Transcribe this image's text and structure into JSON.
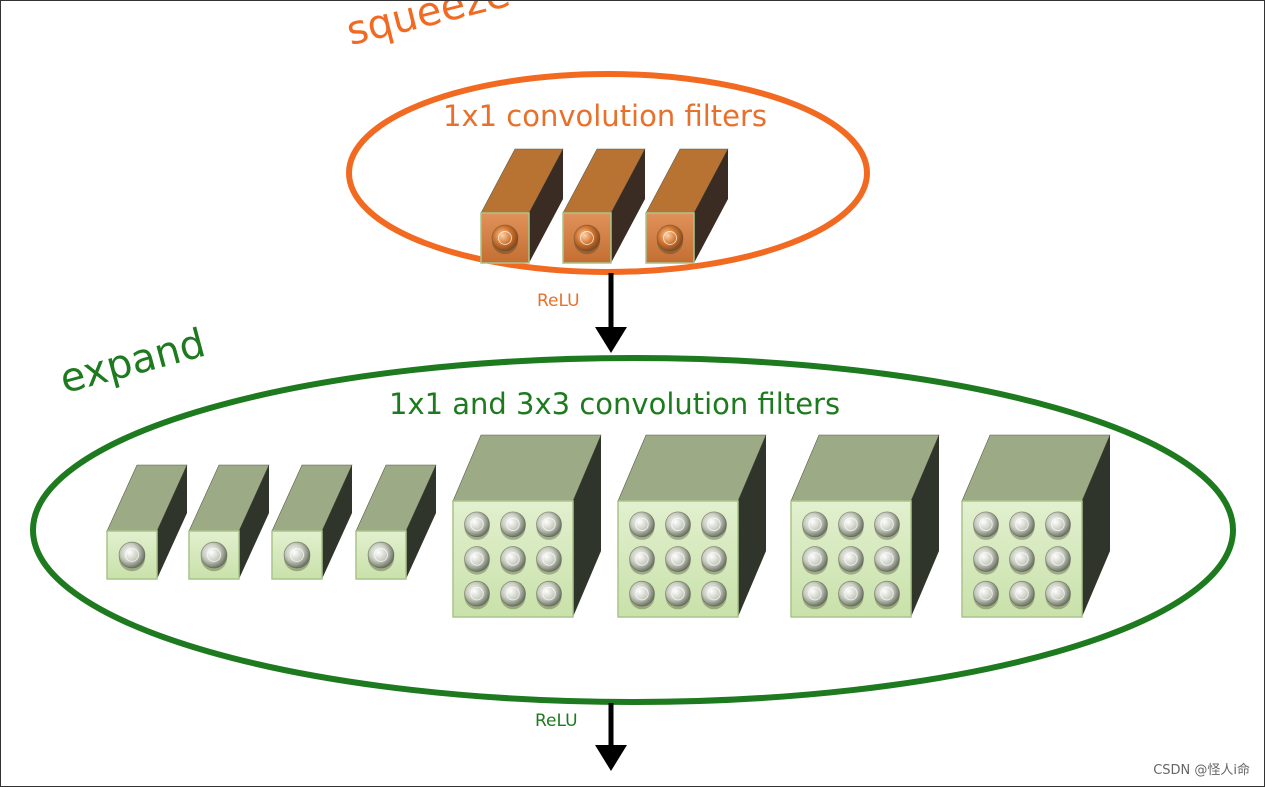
{
  "squeeze": {
    "label": "squeeze",
    "caption": "1x1 convolution filters",
    "activation": "ReLU",
    "filter_count": 3,
    "filter_kernel": "1x1"
  },
  "expand": {
    "label": "expand",
    "caption": "1x1 and 3x3 convolution filters",
    "activation": "ReLU",
    "filters_1x1": 4,
    "filters_3x3": 4
  },
  "watermark": "CSDN @怪人i命",
  "colors": {
    "squeeze": "#f26a21",
    "squeeze_text": "#e8702a",
    "expand": "#1e7a1e",
    "arrow": "#000000",
    "orange_front": "#c97a3c",
    "orange_top": "#b87333",
    "orange_side": "#3a2c22",
    "green_front": "#d3e8b8",
    "green_top": "#9cab86",
    "green_side": "#2f352a"
  }
}
